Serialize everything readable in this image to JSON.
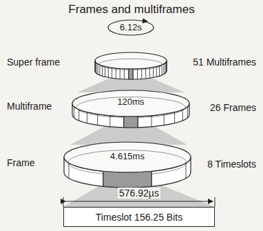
{
  "diagram": {
    "title": "Frames and multiframes",
    "nodes": [
      {
        "text": [
          "Timeslot 156.25 Bits"
        ]
      }
    ],
    "labels": [
      "6.12s",
      "Super frame",
      "51 Multiframes",
      "Multiframe",
      "120ms",
      "26 Frames",
      "Frame",
      "4.615ms",
      "8 Timeslots",
      "576.92µs"
    ]
  }
}
